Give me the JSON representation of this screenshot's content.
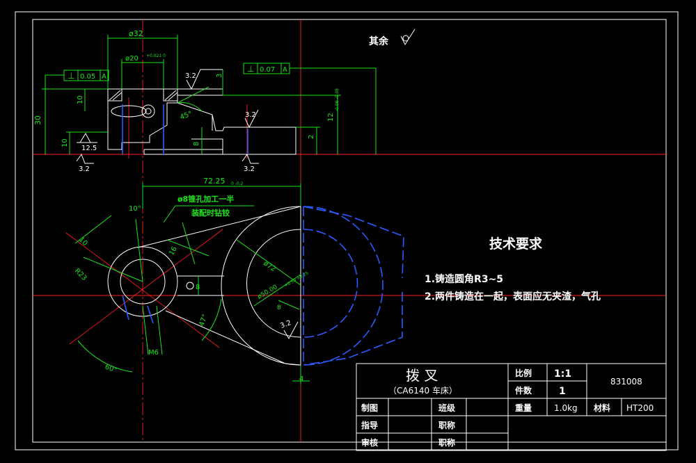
{
  "colors": {
    "background": "#000000",
    "outline": "#ffffff",
    "dimension": "#19e619",
    "hidden": "#2a5cff",
    "center": "#ff2020"
  },
  "top_view": {
    "dim_d32": "ø32",
    "dim_d20": "ø20",
    "dim_d20_tol": "+0.021 0",
    "dim_30": "30",
    "dim_10a": "10",
    "dim_10b": "10",
    "dim_8": "8",
    "dim_3": "3",
    "dim_2": "2",
    "dim_12": "12",
    "dim_12_tol": "-0.06 -0.08",
    "angle_45": "45°",
    "tol_frame_left": {
      "symbol": "⊥",
      "value": "0.05",
      "datum": "A"
    },
    "tol_frame_right": {
      "symbol": "⊥",
      "value": "0.07",
      "datum": "A"
    },
    "rough_32a": "3.2",
    "rough_32b": "3.2",
    "rough_32c": "3.2",
    "rough_32d": "3.2",
    "rough_125": "12.5"
  },
  "remaining_surface": "其余",
  "front_view": {
    "dim_72": "72.25",
    "dim_72_tol": "0 -0.2",
    "angle_10": "10°",
    "dim_10": "10",
    "dim_r23": "R23",
    "dim_16": "16",
    "dim_d72": "ø72",
    "dim_d50": "ø50.00",
    "dim_d50_tol": "+0.50 +0.25",
    "dim_8": "8",
    "angle_47": "47°",
    "dim_m6": "M6",
    "angle_60": "60°",
    "dim_4": "4",
    "rough_32": "3.2",
    "note_line1": "ø8锥孔加工一半",
    "note_line2": "装配时钻铰"
  },
  "tech_req": {
    "title": "技术要求",
    "item1": "1.铸造圆角R3~5",
    "item2": "2.两件铸造在一起，表面应无夹渣，气孔"
  },
  "title_block": {
    "part_name": "拨  叉",
    "machine": "（CA6140 车床）",
    "scale_label": "比例",
    "scale_value": "1:1",
    "qty_label": "件数",
    "qty_value": "1",
    "drawing_no": "831008",
    "weight_label": "重量",
    "weight_value": "1.0kg",
    "material_label": "材料",
    "material_value": "HT200",
    "drawn_label": "制图",
    "class_label": "班级",
    "guide_label": "指导",
    "title1_label": "职称",
    "review_label": "审核",
    "title2_label": "职称"
  }
}
